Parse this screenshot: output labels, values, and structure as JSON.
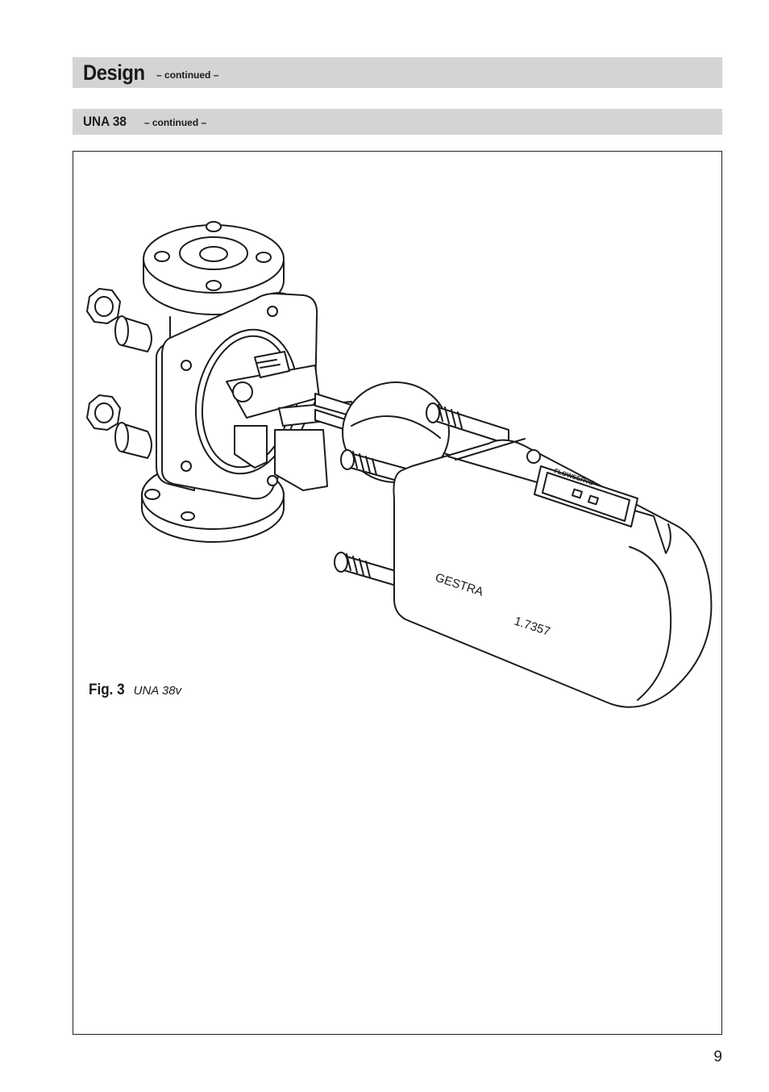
{
  "header": {
    "title": "Design",
    "continued": "– continued –"
  },
  "subheader": {
    "title": "UNA 38",
    "continued": "– continued –"
  },
  "figure": {
    "label": "Fig. 3",
    "caption": "UNA 38v",
    "marking_brand": "GESTRA",
    "marking_material": "1.7357",
    "nameplate_logo": "FLOWSERVE"
  },
  "page_number": "9"
}
